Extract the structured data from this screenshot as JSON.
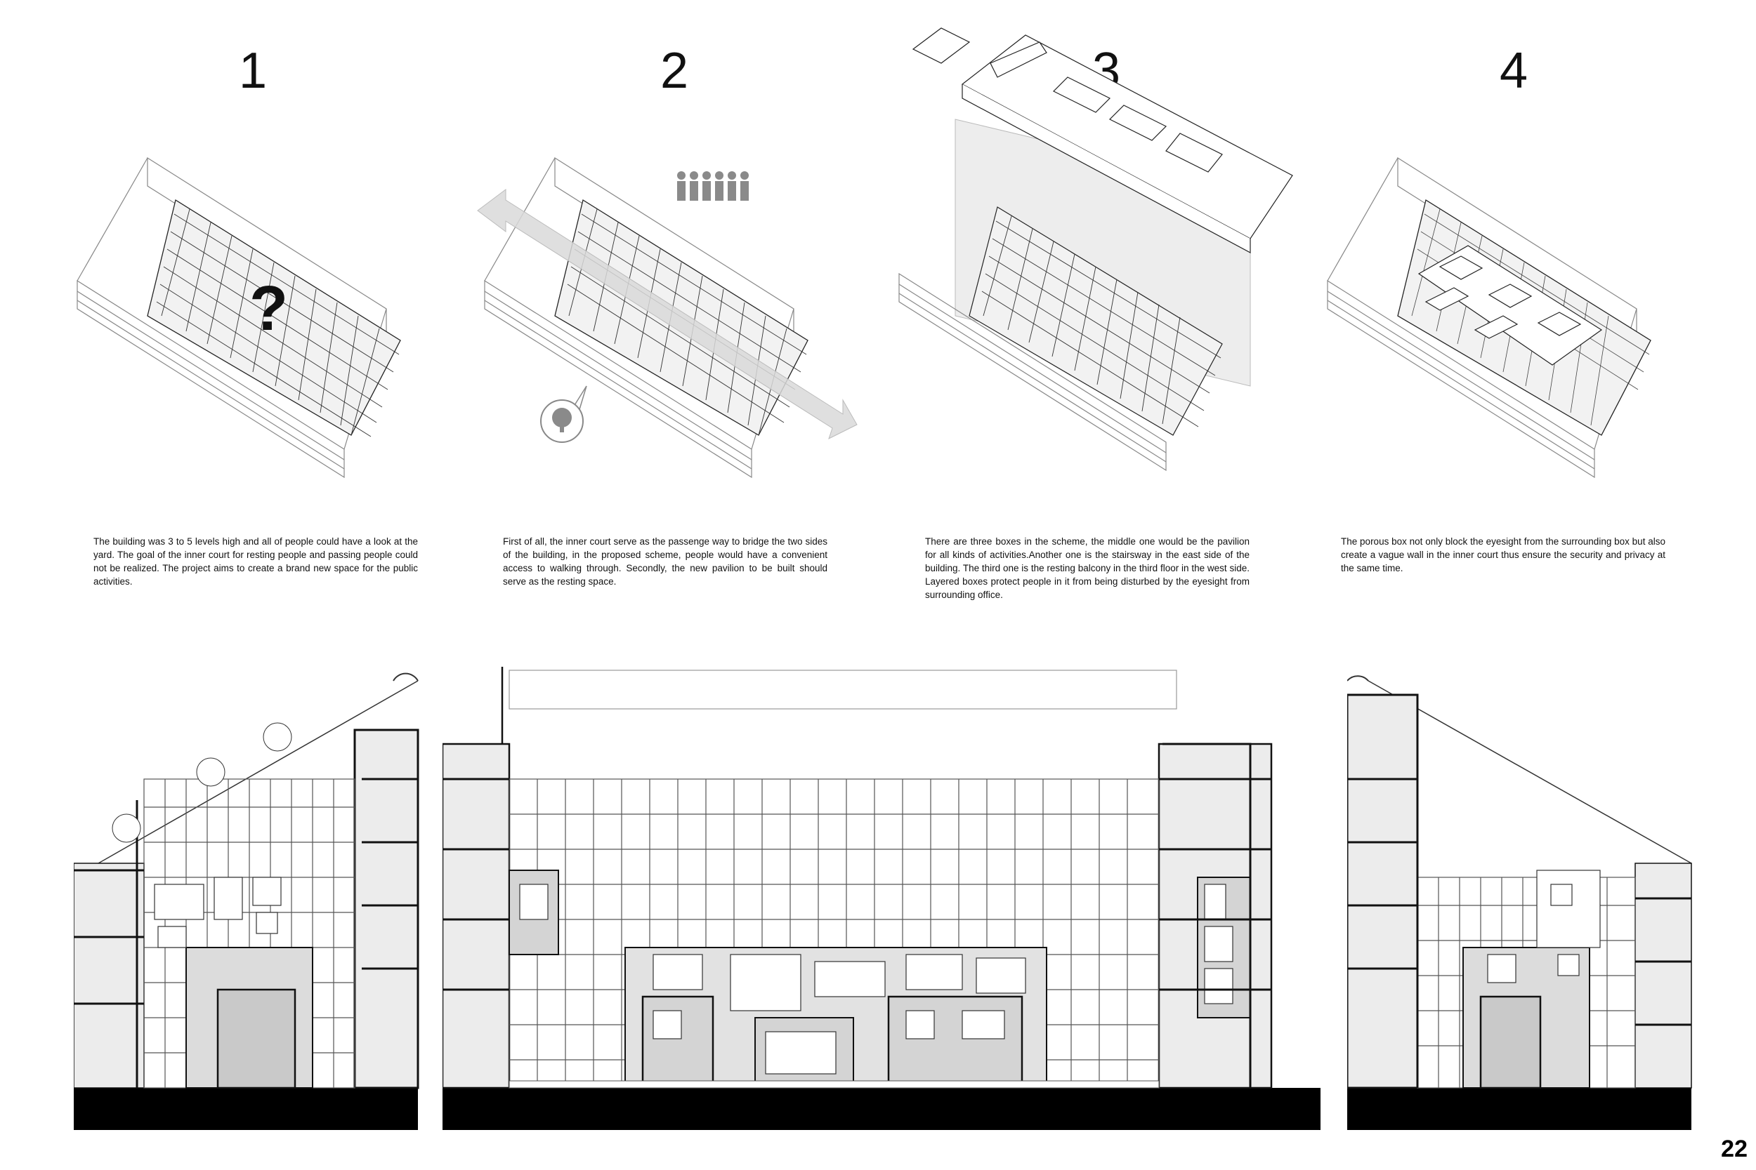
{
  "steps": [
    {
      "number": "1",
      "question_mark": "?",
      "text": "The building was 3 to 5 levels high and all of people could have a look at the yard. The goal of the inner court for resting people and passing people could not be realized. The project aims to create a brand new space for the public activities."
    },
    {
      "number": "2",
      "text": "First of all, the inner court serve as the passenge way to bridge the two sides of the building, in the proposed scheme, people would have a convenient access to walking through. Secondly, the new pavilion to be built should serve as the resting space."
    },
    {
      "number": "3",
      "text": "There are three boxes in the scheme, the middle one would be the pavilion for all kinds of activities.Another one is the stairsway in the east side of the building. The third one is the resting balcony in the third floor in the west side. Layered boxes protect people in it from being disturbed by the eyesight from surrounding office."
    },
    {
      "number": "4",
      "text": "The porous box not only block the eyesight from the surrounding box but also create a vague wall in the inner court thus ensure the security and privacy at the same time."
    }
  ],
  "icons": {
    "people": "people-icon",
    "tree": "tree-icon",
    "arrow": "passage-arrow-icon"
  },
  "colors": {
    "line": "#1a1a1a",
    "light_line": "#9a9a9a",
    "fill_gray": "#e6e6e6",
    "ground": "#000000"
  },
  "page_number": "22"
}
